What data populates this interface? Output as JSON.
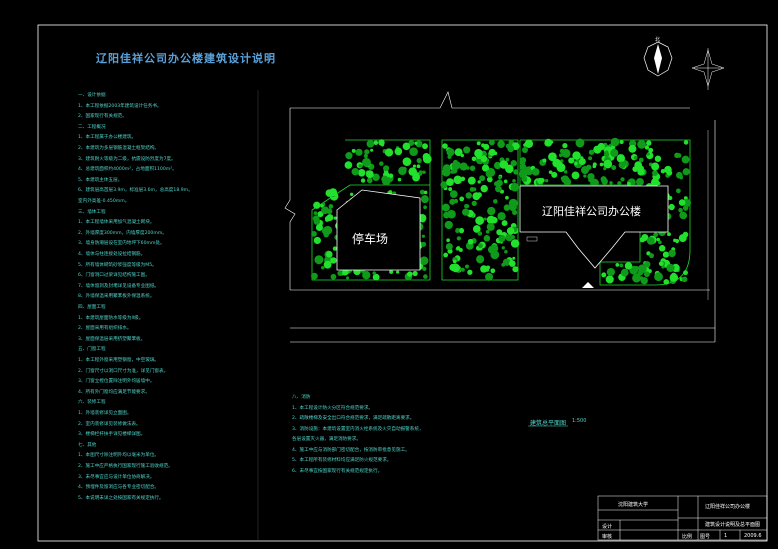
{
  "drawing": {
    "title": "辽阳佳祥公司办公楼建筑设计说明",
    "labels": {
      "parking": "停车场",
      "office": "辽阳佳祥公司办公楼",
      "site_plan": "建筑总平面图",
      "scale": "1:500",
      "north": "北"
    },
    "notes_left": [
      "一、设计依据",
      "1、本工程依据2003年建筑设计任务书。",
      "2、国家现行有关规范。",
      "二、工程概况",
      "1、本工程属于办公楼建筑。",
      "2、本建筑为多层钢筋混凝土框架结构。",
      "3、建筑耐火等级为二级，抗震设防烈度为7度。",
      "4、总建筑面积约4000m²，占地面积1100m²。",
      "5、本建筑主体五层。",
      "6、建筑层高首层3.9m，标准层3.6m，总高度18.9m。",
      "室内外高差-0.450mm。",
      "三、墙体工程",
      "1、本工程墙体采用加气混凝土砌块。",
      "2、外墙厚度300mm，内墙厚度200mm。",
      "3、墙身防潮层设在室内地坪下60mm处。",
      "4、墙体与柱连接处设拉结钢筋。",
      "5、所有墙体砌筑砂浆强度等级为M5。",
      "6、门窗洞口过梁详见结构施工图。",
      "7、墙体留洞及封堵详见设备专业图纸。",
      "8、外墙保温采用聚苯板外保温系统。",
      "四、屋面工程",
      "1、本建筑屋面防水等级为II级。",
      "2、屋面采用有组织排水。",
      "3、屋面保温层采用挤塑聚苯板。",
      "五、门窗工程",
      "1、本工程外窗采用塑钢窗，中空玻璃。",
      "2、门窗尺寸以洞口尺寸为准，详见门窗表。",
      "3、门窗立樘位置除注明外均居墙中。",
      "4、所有外门窗均应满足节能要求。",
      "六、装修工程",
      "1、外墙装修详见立面图。",
      "2、室内装修详见装修做法表。",
      "3、楼梯栏杆扶手详见楼梯详图。",
      "七、其他",
      "1、本图尺寸除注明外均以毫米为单位。",
      "2、施工中应严格执行国家现行施工验收规范。",
      "3、未尽事宜应与设计单位协商解决。",
      "4、预埋件及留洞应与各专业密切配合。",
      "5、本说明未详之处按国家有关规定执行。"
    ],
    "notes_mid": [
      "八、消防",
      "1、本工程设计防火分区符合规范要求。",
      "2、疏散楼梯及安全出口符合规范要求，满足疏散距离要求。",
      "3、消防设施：本建筑设置室内消火栓系统及火灾自动报警系统，",
      "各层设置灭火器，满足消防要求。",
      "4、施工中应与消防部门密切配合，按消防审批意见施工。",
      "5、本工程所有装修材料均应满足防火规范要求。",
      "6、未尽事宜按国家现行有关规范规定执行。"
    ],
    "title_block": {
      "school": "沈阳建筑大学",
      "project": "辽阳佳祥公司办公楼",
      "drawing_name": "建筑设计说明及总平面图",
      "label_design": "设计",
      "label_check": "审核",
      "label_drawing": "图号",
      "label_scale": "比例",
      "sheet": "1",
      "date": "2009.6"
    }
  }
}
